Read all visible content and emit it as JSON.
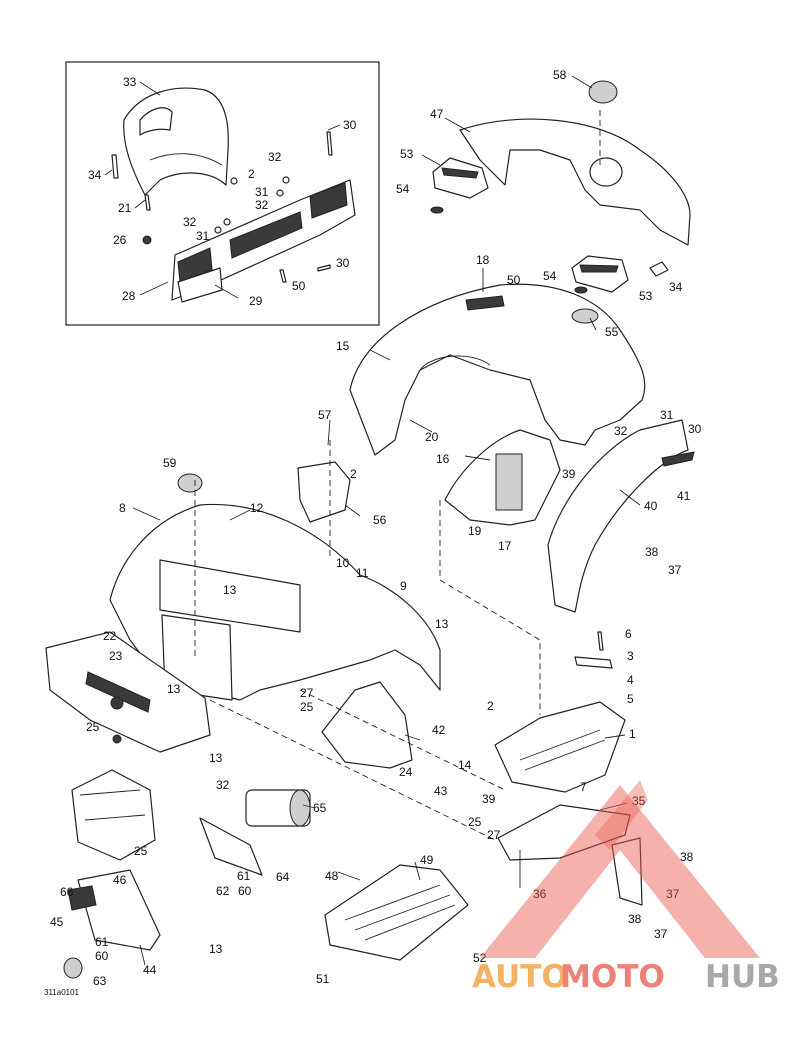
{
  "diagram_code": "311a0101",
  "callouts": [
    {
      "id": "c33",
      "text": "33"
    },
    {
      "id": "c30a",
      "text": "30"
    },
    {
      "id": "c34a",
      "text": "34"
    },
    {
      "id": "c2a",
      "text": "2"
    },
    {
      "id": "c32a",
      "text": "32"
    },
    {
      "id": "c31a",
      "text": "31"
    },
    {
      "id": "c32b",
      "text": "32"
    },
    {
      "id": "c21",
      "text": "21"
    },
    {
      "id": "c32c",
      "text": "32"
    },
    {
      "id": "c31b",
      "text": "31"
    },
    {
      "id": "c26",
      "text": "26"
    },
    {
      "id": "c30b",
      "text": "30"
    },
    {
      "id": "c50a",
      "text": "50"
    },
    {
      "id": "c28",
      "text": "28"
    },
    {
      "id": "c29",
      "text": "29"
    },
    {
      "id": "c58",
      "text": "58"
    },
    {
      "id": "c47",
      "text": "47"
    },
    {
      "id": "c53a",
      "text": "53"
    },
    {
      "id": "c54a",
      "text": "54"
    },
    {
      "id": "c18",
      "text": "18"
    },
    {
      "id": "c50b",
      "text": "50"
    },
    {
      "id": "c54b",
      "text": "54"
    },
    {
      "id": "c53b",
      "text": "53"
    },
    {
      "id": "c34b",
      "text": "34"
    },
    {
      "id": "c55",
      "text": "55"
    },
    {
      "id": "c15",
      "text": "15"
    },
    {
      "id": "c57",
      "text": "57"
    },
    {
      "id": "c31c",
      "text": "31"
    },
    {
      "id": "c32d",
      "text": "32"
    },
    {
      "id": "c30c",
      "text": "30"
    },
    {
      "id": "c20",
      "text": "20"
    },
    {
      "id": "c16",
      "text": "16"
    },
    {
      "id": "c59",
      "text": "59"
    },
    {
      "id": "c2b",
      "text": "2"
    },
    {
      "id": "c39a",
      "text": "39"
    },
    {
      "id": "c41",
      "text": "41"
    },
    {
      "id": "c8",
      "text": "8"
    },
    {
      "id": "c12",
      "text": "12"
    },
    {
      "id": "c56",
      "text": "56"
    },
    {
      "id": "c19",
      "text": "19"
    },
    {
      "id": "c17",
      "text": "17"
    },
    {
      "id": "c40",
      "text": "40"
    },
    {
      "id": "c38a",
      "text": "38"
    },
    {
      "id": "c37a",
      "text": "37"
    },
    {
      "id": "c10",
      "text": "10"
    },
    {
      "id": "c11",
      "text": "11"
    },
    {
      "id": "c9",
      "text": "9"
    },
    {
      "id": "c13a",
      "text": "13"
    },
    {
      "id": "c13b",
      "text": "13"
    },
    {
      "id": "c6",
      "text": "6"
    },
    {
      "id": "c3",
      "text": "3"
    },
    {
      "id": "c22",
      "text": "22"
    },
    {
      "id": "c23",
      "text": "23"
    },
    {
      "id": "c4",
      "text": "4"
    },
    {
      "id": "c5",
      "text": "5"
    },
    {
      "id": "c13c",
      "text": "13"
    },
    {
      "id": "c27a",
      "text": "27"
    },
    {
      "id": "c25a",
      "text": "25"
    },
    {
      "id": "c2c",
      "text": "2"
    },
    {
      "id": "c25b",
      "text": "25"
    },
    {
      "id": "c42",
      "text": "42"
    },
    {
      "id": "c1",
      "text": "1"
    },
    {
      "id": "c13d",
      "text": "13"
    },
    {
      "id": "c14",
      "text": "14"
    },
    {
      "id": "c24",
      "text": "24"
    },
    {
      "id": "c7",
      "text": "7"
    },
    {
      "id": "c32e",
      "text": "32"
    },
    {
      "id": "c43",
      "text": "43"
    },
    {
      "id": "c39b",
      "text": "39"
    },
    {
      "id": "c35",
      "text": "35"
    },
    {
      "id": "c65",
      "text": "65"
    },
    {
      "id": "c25c",
      "text": "25"
    },
    {
      "id": "c27b",
      "text": "27"
    },
    {
      "id": "c25d",
      "text": "25"
    },
    {
      "id": "c38b",
      "text": "38"
    },
    {
      "id": "c46",
      "text": "46"
    },
    {
      "id": "c61a",
      "text": "61"
    },
    {
      "id": "c64",
      "text": "64"
    },
    {
      "id": "c36",
      "text": "36"
    },
    {
      "id": "c37b",
      "text": "37"
    },
    {
      "id": "c66",
      "text": "66"
    },
    {
      "id": "c62",
      "text": "62"
    },
    {
      "id": "c60a",
      "text": "60"
    },
    {
      "id": "c48",
      "text": "48"
    },
    {
      "id": "c49",
      "text": "49"
    },
    {
      "id": "c38c",
      "text": "38"
    },
    {
      "id": "c37c",
      "text": "37"
    },
    {
      "id": "c45",
      "text": "45"
    },
    {
      "id": "c61b",
      "text": "61"
    },
    {
      "id": "c60b",
      "text": "60"
    },
    {
      "id": "c13e",
      "text": "13"
    },
    {
      "id": "c44",
      "text": "44"
    },
    {
      "id": "c52",
      "text": "52"
    },
    {
      "id": "c63",
      "text": "63"
    },
    {
      "id": "c51",
      "text": "51"
    }
  ],
  "watermark": {
    "word1": "AUTO",
    "word2": "MOTO",
    "word3": "HUB",
    "colors": {
      "auto": "#f0a64a",
      "moto": "#e96d5f",
      "hub": "#9a9a9a",
      "triangle": "#e9574a"
    }
  }
}
